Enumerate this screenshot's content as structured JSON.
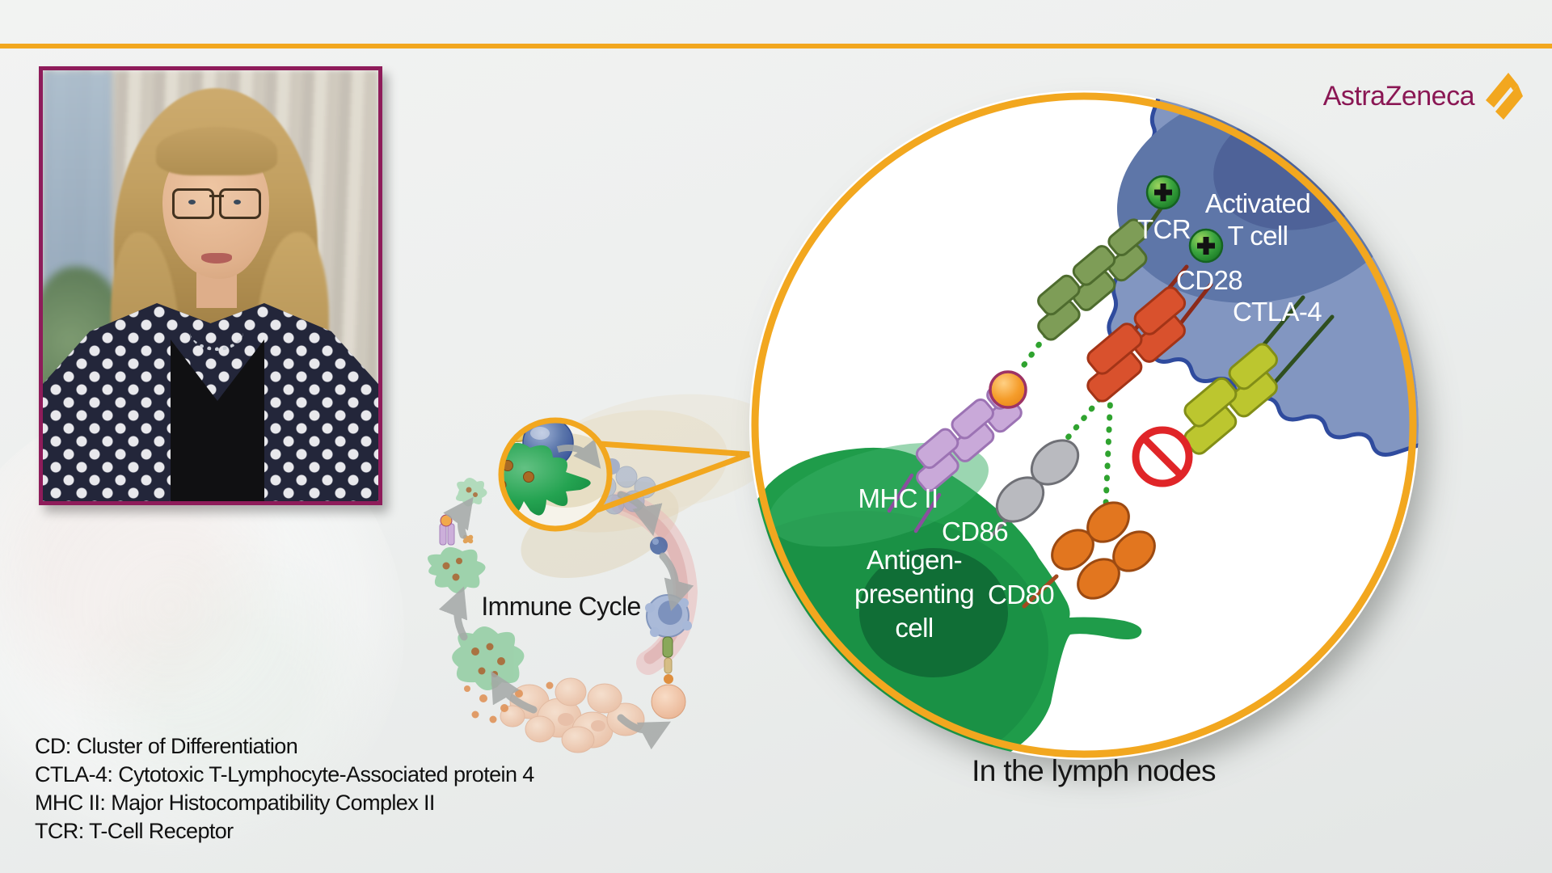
{
  "brand": {
    "logo_text": "AstraZeneca",
    "brand_color": "#8A1754",
    "accent_color": "#F2A71F"
  },
  "magnified_view": {
    "caption": "In the lymph nodes",
    "cell_labels": {
      "activated_t_cell": "Activated\nT cell",
      "antigen_presenting_cell": "Antigen-\npresenting\ncell"
    },
    "receptor_labels": {
      "tcr": "TCR",
      "cd28": "CD28",
      "ctla4": "CTLA-4",
      "mhc2": "MHC II",
      "cd86": "CD86",
      "cd80": "CD80"
    },
    "icons": {
      "plus_icon_color": "#2f9c38",
      "blocked_icon_color": "#E02528"
    }
  },
  "immune_cycle": {
    "title": "Immune Cycle"
  },
  "legend": {
    "lines": [
      "CD: Cluster of Differentiation",
      "CTLA-4: Cytotoxic T-Lymphocyte-Associated protein 4",
      "MHC II: Major Histocompatibility Complex II",
      "TCR: T-Cell Receptor"
    ]
  }
}
